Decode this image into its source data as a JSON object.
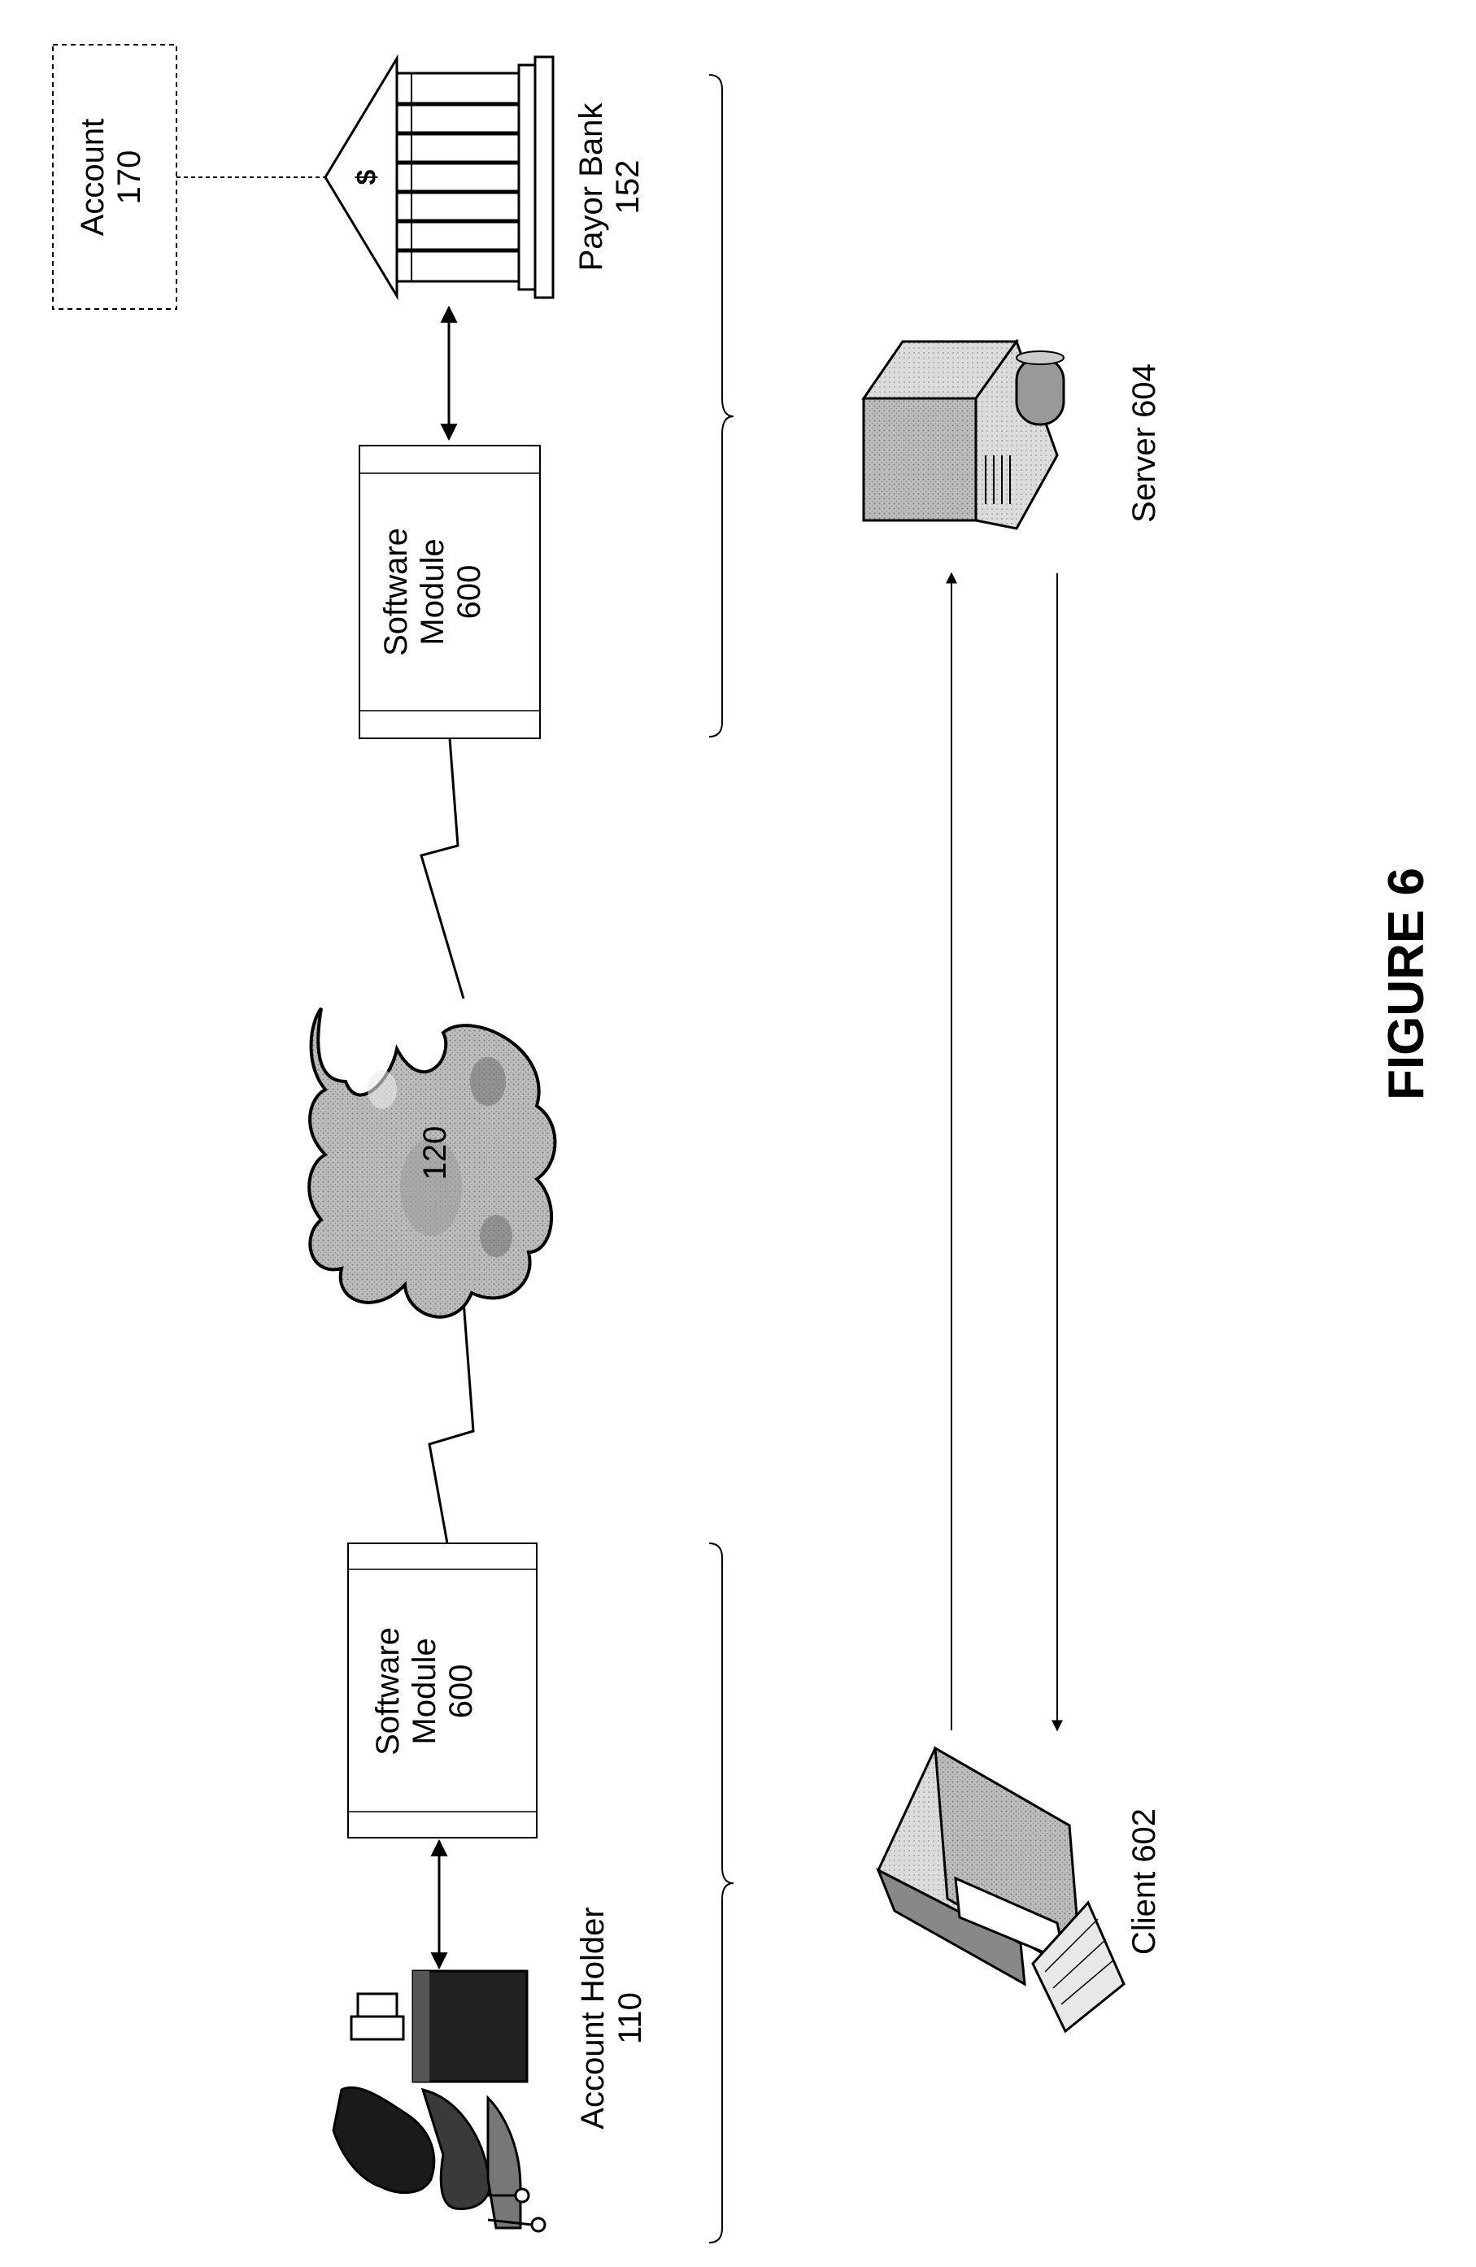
{
  "figure": {
    "title": "FIGURE 6"
  },
  "account": {
    "line1": "Account",
    "line2": "170"
  },
  "payor_bank": {
    "line1": "Payor Bank",
    "line2": "152",
    "symbol": "$"
  },
  "software_module_top": {
    "line1": "Software",
    "line2": "Module",
    "line3": "600"
  },
  "software_module_bottom": {
    "line1": "Software",
    "line2": "Module",
    "line3": "600"
  },
  "network": {
    "label": "120"
  },
  "account_holder": {
    "line1": "Account Holder",
    "line2": "110"
  },
  "server": {
    "label": "Server 604"
  },
  "client": {
    "label": "Client 602"
  }
}
